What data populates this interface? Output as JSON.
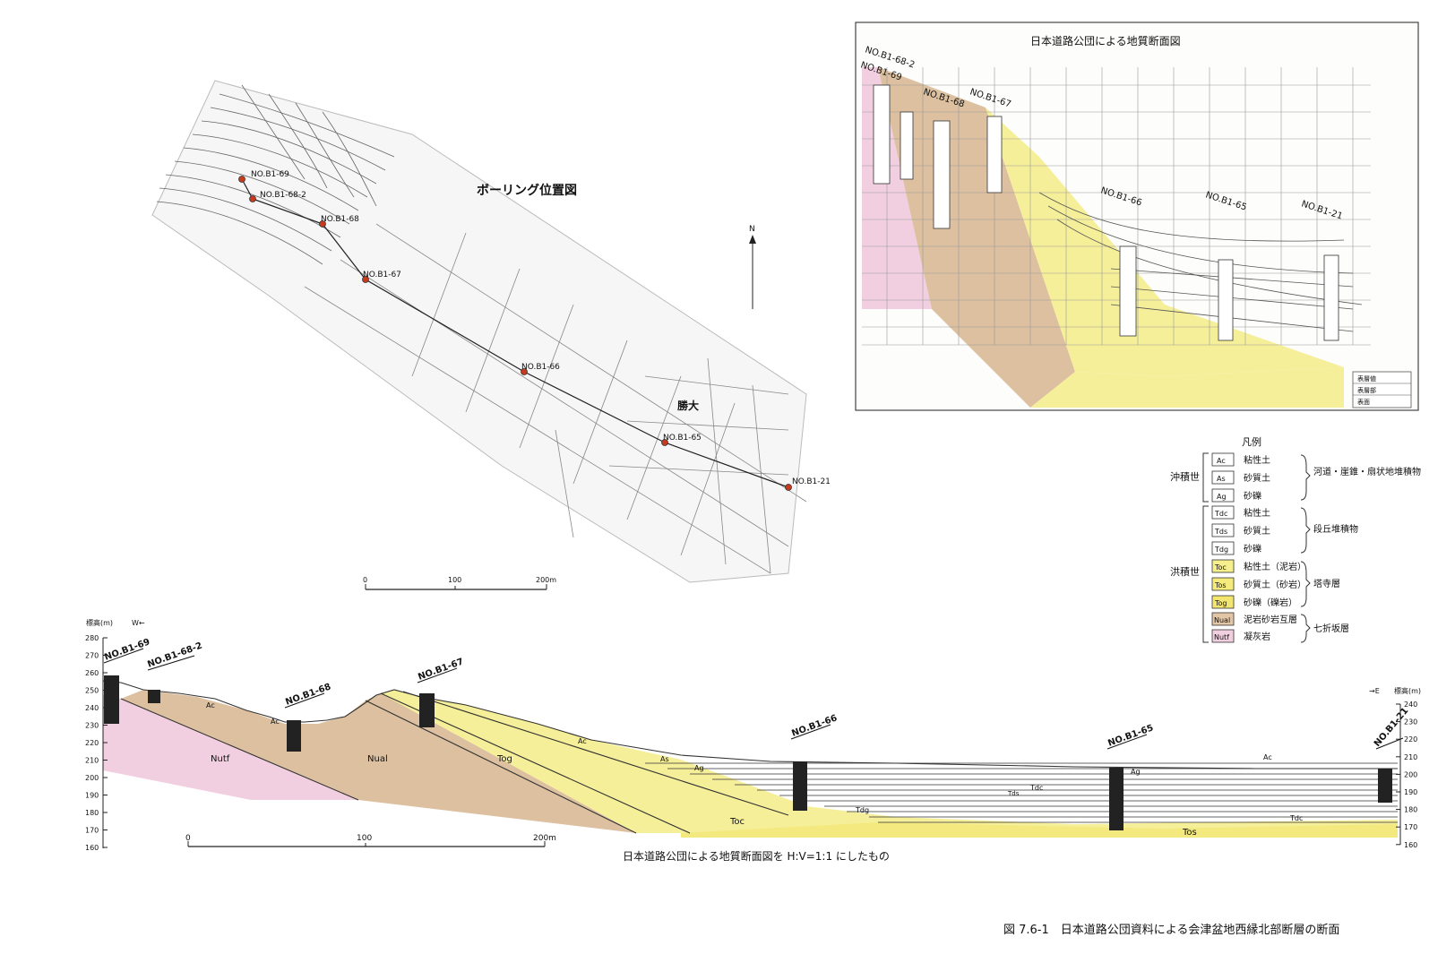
{
  "boring_map": {
    "title": "ボーリング位置図",
    "north_label": "N",
    "town_label": "勝大",
    "scale_labels": [
      "0",
      "100",
      "200m"
    ],
    "boreholes": [
      {
        "id": "NO.B1-69"
      },
      {
        "id": "NO.B1-68-2"
      },
      {
        "id": "NO.B1-68"
      },
      {
        "id": "NO.B1-67"
      },
      {
        "id": "NO.B1-66"
      },
      {
        "id": "NO.B1-65"
      },
      {
        "id": "NO.B1-21"
      }
    ]
  },
  "original_section": {
    "title": "日本道路公団による地質断面図",
    "borehole_labels": [
      "NO.B1-68-2",
      "NO.B1-69",
      "NO.B1-68",
      "NO.B1-67",
      "NO.B1-66",
      "NO.B1-65",
      "NO.B1-21"
    ],
    "table_rows": [
      "表層値",
      "表層部",
      "表面"
    ]
  },
  "legend": {
    "title": "凡例",
    "groups": [
      {
        "era": "沖積世",
        "items": [
          {
            "code": "Ac",
            "name": "粘性土",
            "color": "#ffffff"
          },
          {
            "code": "As",
            "name": "砂質土",
            "color": "#ffffff"
          },
          {
            "code": "Ag",
            "name": "砂礫",
            "color": "#ffffff"
          }
        ],
        "group_label": "河道・崖錐・扇状地堆積物"
      },
      {
        "era": "洪積世",
        "subgroups": [
          {
            "items": [
              {
                "code": "Tdc",
                "name": "粘性土",
                "color": "#ffffff"
              },
              {
                "code": "Tds",
                "name": "砂質土",
                "color": "#ffffff"
              },
              {
                "code": "Tdg",
                "name": "砂礫",
                "color": "#ffffff"
              }
            ],
            "label": "段丘堆積物"
          },
          {
            "items": [
              {
                "code": "Toc",
                "name": "粘性土（泥岩）",
                "color": "#f7ee8c"
              },
              {
                "code": "Tos",
                "name": "砂質土（砂岩）",
                "color": "#f5ea7c"
              },
              {
                "code": "Tog",
                "name": "砂礫（礫岩）",
                "color": "#f3e66e"
              }
            ],
            "label": "塔寺層"
          },
          {
            "items": [
              {
                "code": "Nual",
                "name": "泥岩砂岩互層",
                "color": "#e3c6a6"
              },
              {
                "code": "Nutf",
                "name": "凝灰岩",
                "color": "#f2cfe0"
              }
            ],
            "label": "七折坂層"
          }
        ]
      }
    ]
  },
  "cross_section": {
    "left_axis_title": "標高(m)",
    "west_label": "W←",
    "right_axis_title": "標高(m)",
    "east_label": "→E",
    "left_ticks": [
      "280",
      "270",
      "260",
      "250",
      "240",
      "230",
      "220",
      "210",
      "200",
      "190",
      "180",
      "170",
      "160"
    ],
    "right_ticks": [
      "240",
      "230",
      "220",
      "210",
      "200",
      "190",
      "180",
      "170",
      "160"
    ],
    "boreholes": [
      "NO.B1-69",
      "NO.B1-68-2",
      "NO.B1-68",
      "NO.B1-67",
      "NO.B1-66",
      "NO.B1-65",
      "NO.B1-21"
    ],
    "unit_labels": {
      "nutf": "Nutf",
      "nual": "Nual",
      "tog": "Tog",
      "toc": "Toc",
      "tos": "Tos",
      "tdg": "Tdg",
      "tdc1": "Tdc",
      "tdc2": "Tdc",
      "tds": "Tds",
      "ac1": "Ac",
      "ac2": "Ac",
      "ac3": "Ac",
      "ac4": "Ac",
      "as1": "As",
      "ag1": "Ag",
      "ag2": "Ag"
    },
    "scale_labels": [
      "0",
      "100",
      "200m"
    ],
    "caption": "日本道路公団による地質断面図を H:V=1:1 にしたもの"
  },
  "figure_caption": "図 7.6-1　日本道路公団資料による会津盆地西縁北部断層の断面",
  "colors": {
    "nutf": "#f2cfe0",
    "nual": "#dcc0a0",
    "yellow": "#f6ef9a",
    "tos": "#f3e97e",
    "frame": "#333333"
  }
}
